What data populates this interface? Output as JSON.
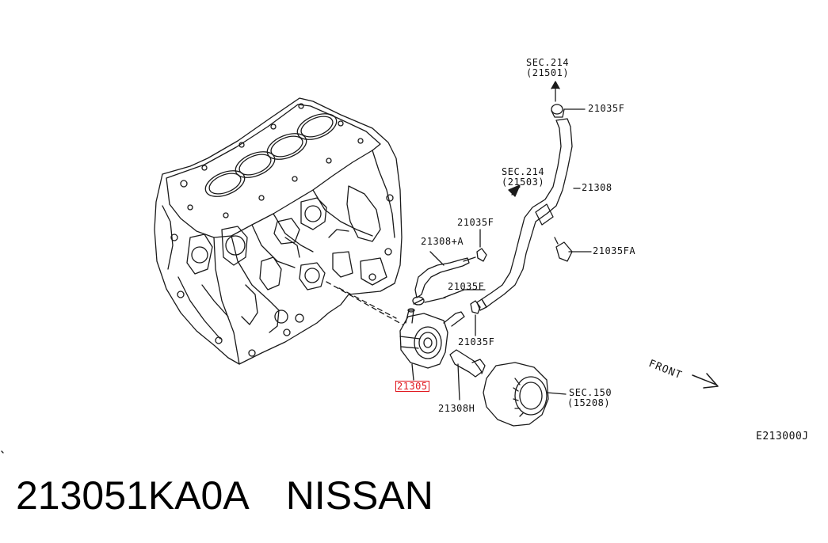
{
  "labels": {
    "sec214_top": "SEC.214",
    "sec214_top_sub": "(21501)",
    "p21035F_top": "21035F",
    "p21308": "21308",
    "sec214_mid": "SEC.214",
    "sec214_mid_sub": "(21503)",
    "p21035F_mid": "21035F",
    "p21035FA": "21035FA",
    "p21308A": "21308+A",
    "p21035F_low": "21035F",
    "p21035F_bottom": "21035F",
    "p21305": "21305",
    "p21308H": "21308H",
    "sec150": "SEC.150",
    "sec150_sub": "(15208)",
    "front": "FRONT",
    "drawing_code": "E213000J"
  },
  "caption": {
    "part_number": "213051KA0A",
    "brand": "NISSAN"
  },
  "colors": {
    "line": "#1a1a1a",
    "highlight": "#e0161d"
  }
}
